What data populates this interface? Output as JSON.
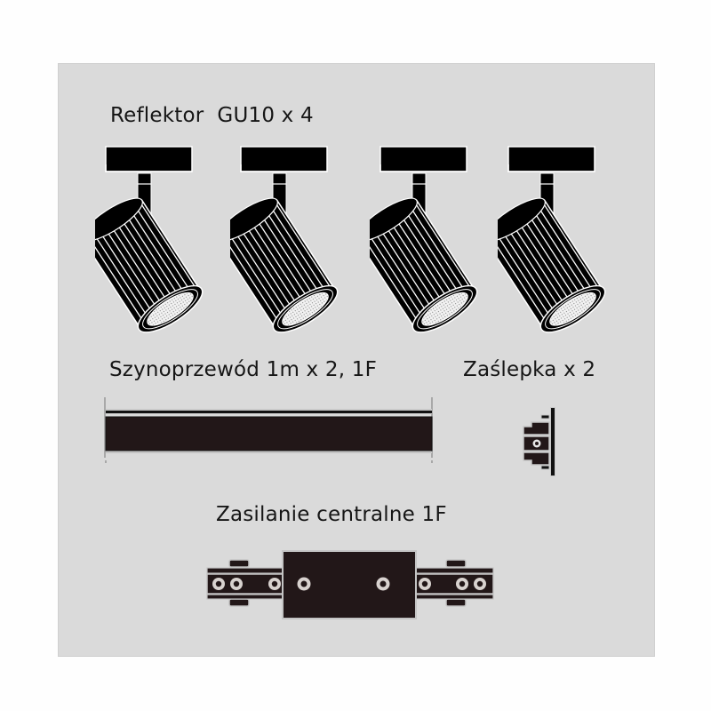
{
  "sections": {
    "spotlights": {
      "label": "Reflektor  GU10 x 4",
      "count": 4,
      "icon": "track-spotlight-icon"
    },
    "rail": {
      "label": "Szynoprzewód 1m x 2, 1F",
      "icon": "track-rail-icon"
    },
    "end_cap": {
      "label": "Zaślepka x 2",
      "icon": "end-cap-icon"
    },
    "power_feed": {
      "label": "Zasilanie centralne 1F",
      "icon": "central-power-connector-icon"
    }
  },
  "colors": {
    "page_bg": "#fefefe",
    "panel_bg": "#dadada",
    "ink": "#161616",
    "product_dark": "#221718",
    "outline": "#ffffff"
  }
}
